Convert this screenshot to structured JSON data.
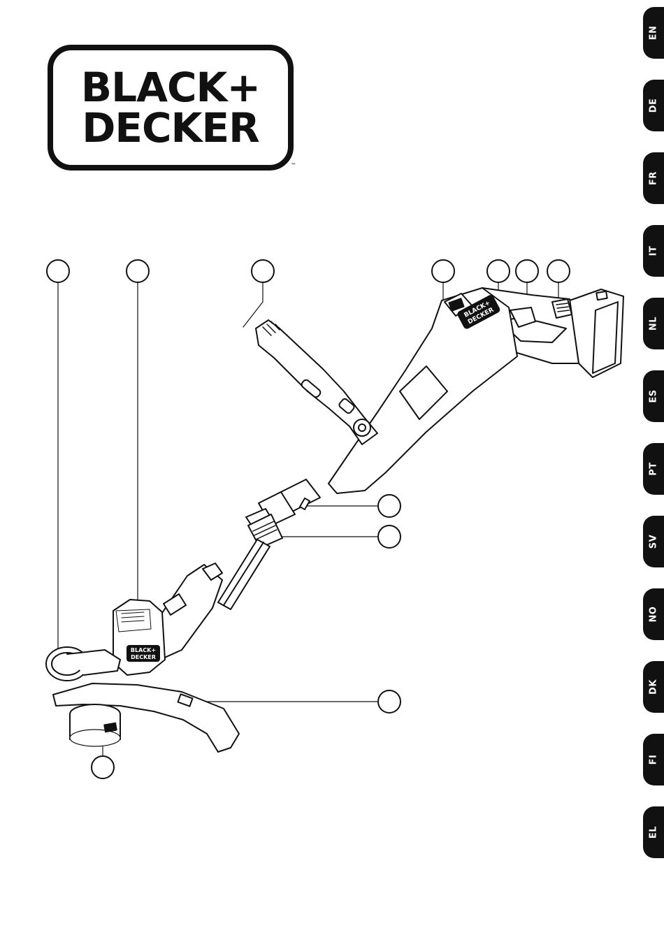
{
  "brand": {
    "line1": "BLACK+",
    "line2": "DECKER",
    "tm": "™"
  },
  "language_tabs": [
    "EN",
    "DE",
    "FR",
    "IT",
    "NL",
    "ES",
    "PT",
    "SV",
    "NO",
    "DK",
    "FI",
    "EL"
  ],
  "tool_badges": {
    "line1": "BLACK+",
    "line2": "DECKER"
  },
  "colors": {
    "ink": "#111111",
    "tab_text": "#ffffff",
    "page": "#ffffff"
  }
}
